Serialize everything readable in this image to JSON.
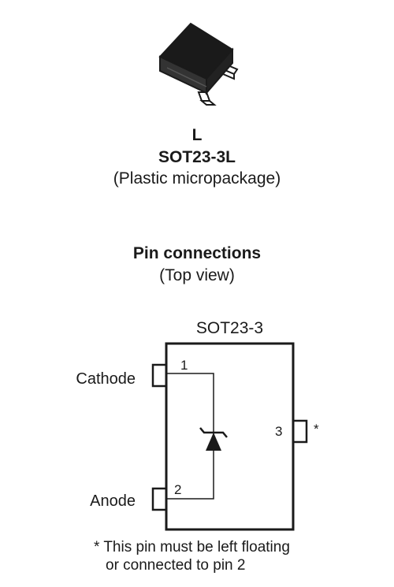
{
  "package": {
    "letter": "L",
    "name": "SOT23-3L",
    "description": "(Plastic micropackage)"
  },
  "pin_connections": {
    "title": "Pin connections",
    "subtitle": "(Top view)",
    "package_label": "SOT23-3",
    "pins": [
      {
        "number": "1",
        "name": "Cathode"
      },
      {
        "number": "2",
        "name": "Anode"
      },
      {
        "number": "3",
        "name": "*"
      }
    ]
  },
  "note": {
    "line1": "* This pin must be left floating",
    "line2": "or connected to pin 2"
  },
  "icons": {
    "package_illustration": "sot23-package-icon",
    "diode_symbol": "zener-diode-icon"
  }
}
